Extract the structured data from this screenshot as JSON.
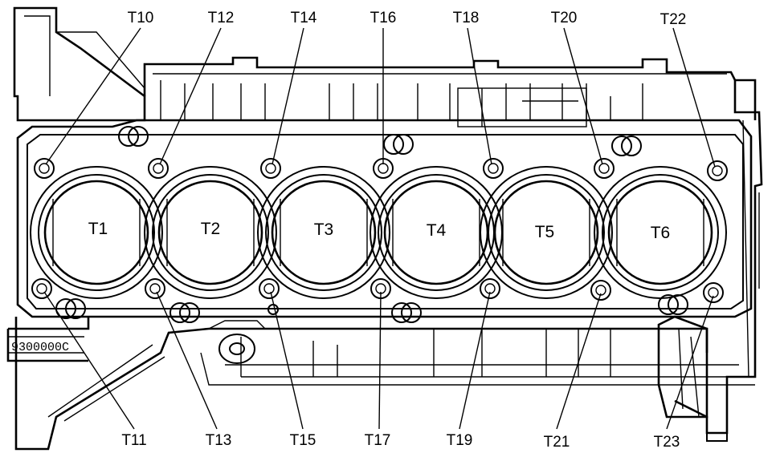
{
  "cylinders": [
    "T1",
    "T2",
    "T3",
    "T4",
    "T5",
    "T6"
  ],
  "bolts_top": [
    "T10",
    "T12",
    "T14",
    "T16",
    "T18",
    "T20",
    "T22"
  ],
  "bolts_bottom": [
    "T11",
    "T13",
    "T15",
    "T17",
    "T19",
    "T21",
    "T23"
  ],
  "casting_stamp": "9300000C"
}
